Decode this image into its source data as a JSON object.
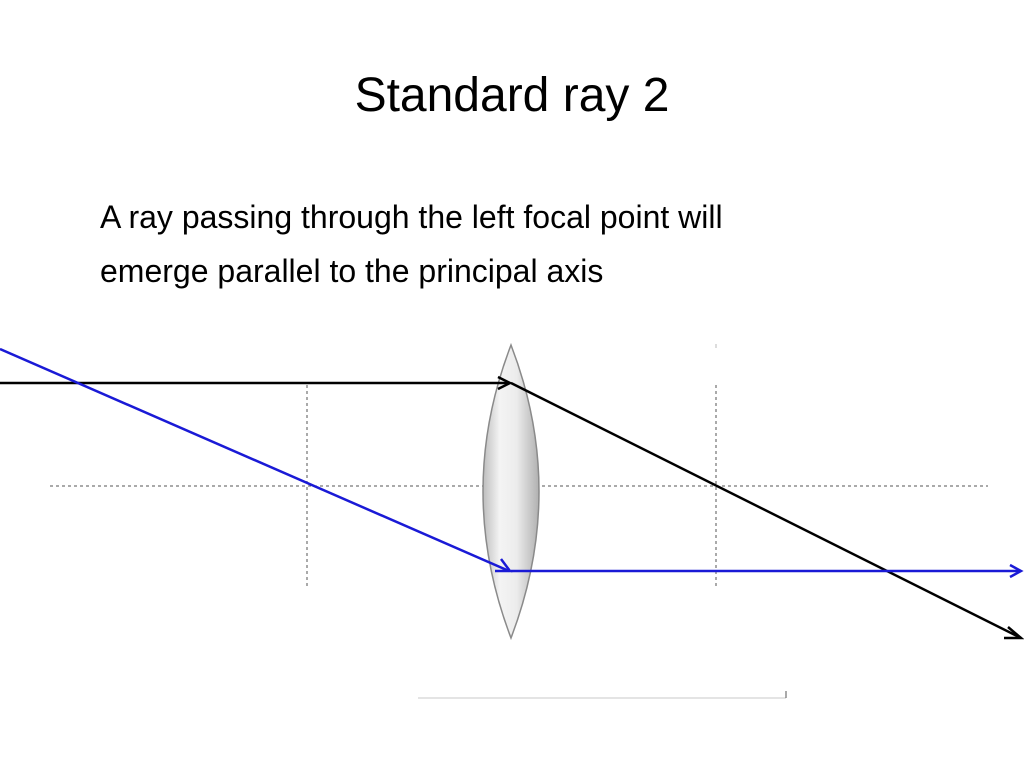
{
  "slide": {
    "title": "Standard ray 2",
    "body_lines": [
      "A ray passing through the left focal point will",
      "emerge parallel to the principal axis"
    ]
  },
  "colors": {
    "background": "#ffffff",
    "text": "#000000",
    "ray_parallel_in": "#000000",
    "ray_focal_in": "#1a1ad6",
    "dashed_guides": "#555555",
    "lens_fill": "#e8e8e8",
    "lens_edge": "#8a8a8a"
  }
}
